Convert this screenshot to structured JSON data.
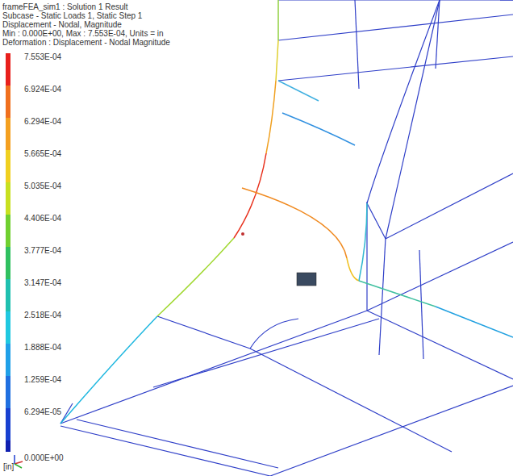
{
  "diagram": {
    "title": "frameFEA_sim1 : Solution 1 Result",
    "labels": [
      "Subcase - Static Loads 1, Static Step 1",
      "Displacement - Nodal, Magnitude",
      "Min : 0.000E+00, Max : 7.553E-04, Units = in",
      "Deformation : Displacement - Nodal Magnitude",
      "[in]"
    ],
    "legend": [
      {
        "text": "7.553E-04",
        "color": "#e8201c"
      },
      {
        "text": "6.924E-04",
        "color": "#f0701e"
      },
      {
        "text": "6.294E-04",
        "color": "#f4a020"
      },
      {
        "text": "5.665E-04",
        "color": "#f0d020"
      },
      {
        "text": "5.035E-04",
        "color": "#c8e020"
      },
      {
        "text": "4.406E-04",
        "color": "#70d030"
      },
      {
        "text": "3.777E-04",
        "color": "#30c060"
      },
      {
        "text": "3.147E-04",
        "color": "#20c0b0"
      },
      {
        "text": "2.518E-04",
        "color": "#20c8e0"
      },
      {
        "text": "1.888E-04",
        "color": "#20a0e8"
      },
      {
        "text": "1.259E-04",
        "color": "#2070e0"
      },
      {
        "text": "6.294E-05",
        "color": "#1840d0"
      },
      {
        "text": "0.000E+00",
        "color": "#1020b0"
      }
    ]
  }
}
